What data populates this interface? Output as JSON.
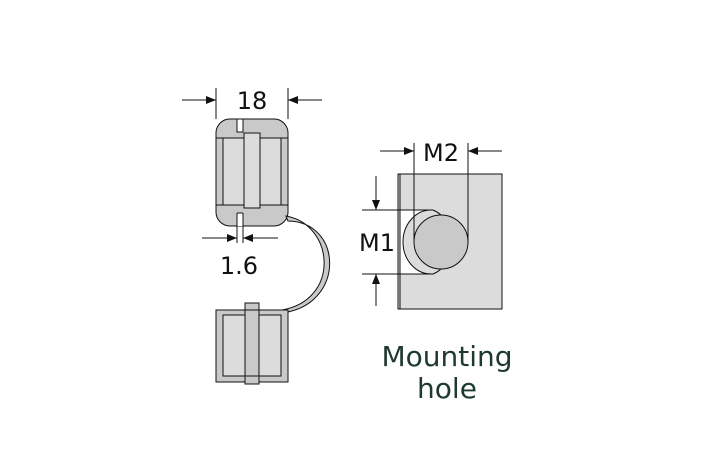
{
  "dimensions": {
    "width_label": "18",
    "slot_label": "1.6",
    "m1_label": "M1",
    "m2_label": "M2"
  },
  "caption": {
    "line1": "Mounting",
    "line2": "hole"
  },
  "colors": {
    "body": "#c9c9c9",
    "body_light": "#dcdcdc",
    "caption": "#1e3a2f",
    "line": "#111111"
  }
}
